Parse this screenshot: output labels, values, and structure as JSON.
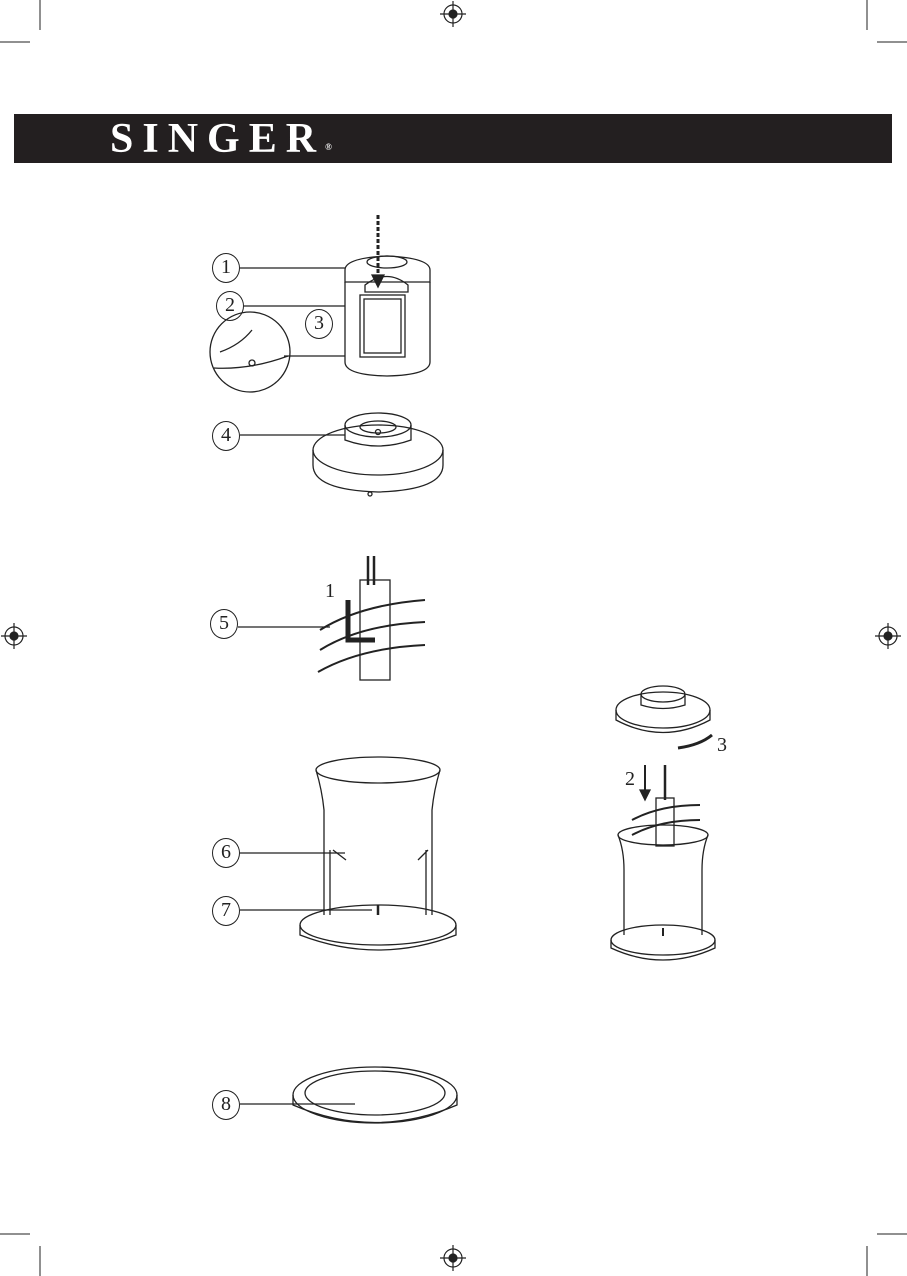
{
  "header": {
    "brand": "SINGER",
    "registered_mark": "®",
    "color": "#231f20"
  },
  "callouts": [
    "1",
    "2",
    "3",
    "4",
    "5",
    "6",
    "7",
    "8"
  ],
  "steps": {
    "blade_step": "1",
    "insert_step": "2",
    "rotate_step": "3"
  }
}
